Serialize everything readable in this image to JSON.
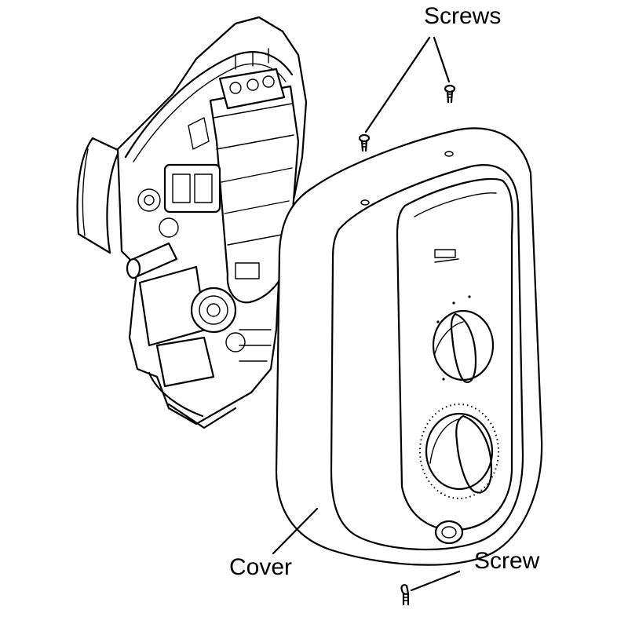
{
  "labels": {
    "screws_top": "Screws",
    "cover": "Cover",
    "screw_bottom": "Screw"
  }
}
